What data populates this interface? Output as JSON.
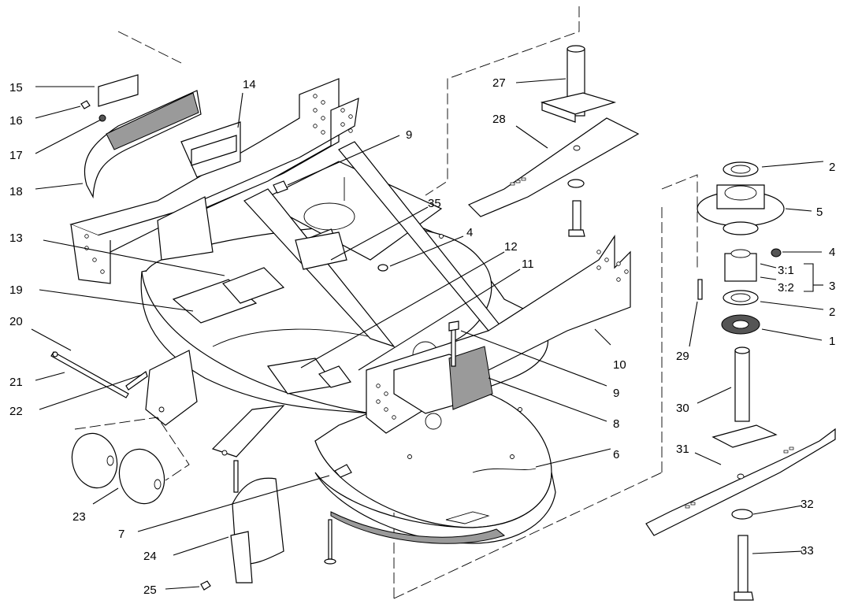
{
  "callouts": {
    "c15": "15",
    "c16": "16",
    "c17": "17",
    "c18": "18",
    "c14": "14",
    "c9a": "9",
    "c13": "13",
    "c19": "19",
    "c20": "20",
    "c21": "21",
    "c22": "22",
    "c23": "23",
    "c7": "7",
    "c24": "24",
    "c25": "25",
    "c27": "27",
    "c28": "28",
    "c35": "35",
    "c4a": "4",
    "c12": "12",
    "c11": "11",
    "c10": "10",
    "c9b": "9",
    "c8": "8",
    "c6": "6",
    "c2a": "2",
    "c5": "5",
    "c4b": "4",
    "c3_1": "3:1",
    "c3_2": "3:2",
    "c3": "3",
    "c2b": "2",
    "c1": "1",
    "c29": "29",
    "c30": "30",
    "c31": "31",
    "c32": "32",
    "c33": "33"
  }
}
